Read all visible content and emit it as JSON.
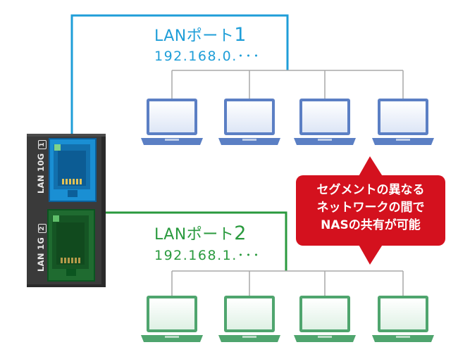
{
  "diagram": {
    "lan1": {
      "title_prefix": "LANポート",
      "title_number": "1",
      "ip": "192.168.0.･･･",
      "color": "#1f9ed8",
      "pc_color": "#5b7fc4",
      "pc_count": 4
    },
    "lan2": {
      "title_prefix": "LANポート",
      "title_number": "2",
      "ip": "192.168.1.･･･",
      "color": "#2a9a3e",
      "pc_color": "#4fa56e",
      "pc_count": 4
    },
    "panel": {
      "port_10g_label": "LAN 10G",
      "port_10g_badge": "1",
      "port_1g_label": "LAN 1G",
      "port_1g_badge": "2",
      "color": "#3a3a3a"
    },
    "callout": {
      "lines": [
        "セグメントの異なる",
        "ネットワークの間で",
        "NASの共有が可能"
      ],
      "color": "#d4111e"
    }
  }
}
